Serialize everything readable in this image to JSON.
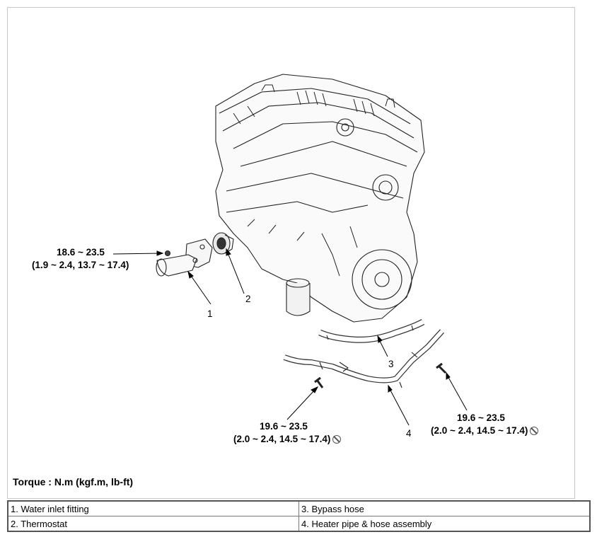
{
  "callouts": {
    "c1": {
      "torque": "18.6 ~ 23.5",
      "range": "(1.9 ~ 2.4, 13.7 ~ 17.4)"
    },
    "c2": {
      "torque": "19.6 ~ 23.5",
      "range": "(2.0 ~ 2.4, 14.5 ~ 17.4)"
    },
    "c3": {
      "torque": "19.6 ~ 23.5",
      "range": "(2.0 ~ 2.4, 14.5 ~ 17.4)"
    }
  },
  "part_numbers": [
    "1",
    "2",
    "3",
    "4"
  ],
  "torque_unit": "Torque : N.m (kgf.m, lb-ft)",
  "legend": [
    [
      "1. Water inlet fitting",
      "3. Bypass hose"
    ],
    [
      "2. Thermostat",
      "4. Heater pipe & hose assembly"
    ]
  ],
  "icons": {
    "no_reuse": "prohibited-circle-icon"
  }
}
